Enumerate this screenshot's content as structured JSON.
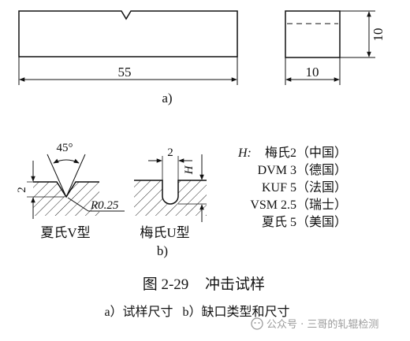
{
  "part_a": {
    "length_dim": "55",
    "width_dim": "10",
    "height_dim": "10",
    "label": "a)"
  },
  "part_b": {
    "v_notch": {
      "angle_label": "45°",
      "depth_label": "2",
      "radius_label": "R0.25",
      "caption": "夏氏V型"
    },
    "u_notch": {
      "width_label": "2",
      "depth_label": "H",
      "caption": "梅氏U型"
    },
    "label": "b)",
    "legend": [
      {
        "symbol": "H:",
        "text": "梅氏2（中国）"
      },
      {
        "symbol": "",
        "text": "DVM 3（德国）"
      },
      {
        "symbol": "",
        "text": "KUF 5（法国）"
      },
      {
        "symbol": "",
        "text": "VSM 2.5（瑞士）"
      },
      {
        "symbol": "",
        "text": "夏氏 5（美国）"
      }
    ]
  },
  "figure": {
    "number": "图 2-29",
    "title": "冲击试样",
    "subcaption": "a）试样尺寸   b）缺口类型和尺寸"
  },
  "watermark": {
    "text": "公众号 · 三哥的轧辊检测"
  }
}
